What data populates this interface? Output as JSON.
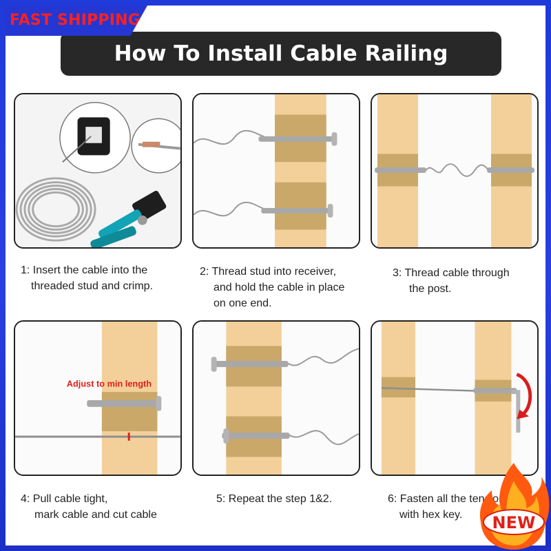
{
  "banner": {
    "text": "FAST SHIPPING"
  },
  "title": "How To Install Cable Railing",
  "steps": [
    {
      "line1": "1: Insert the cable into the",
      "line2": "threaded stud and crimp.",
      "line3": ""
    },
    {
      "line1": "2: Thread stud into receiver,",
      "line2": "and hold the cable in place",
      "line3": "on one end."
    },
    {
      "line1": "3: Thread cable through",
      "line2": "the post.",
      "line3": ""
    },
    {
      "line1": "4: Pull cable tight,",
      "line2": "mark cable and cut cable",
      "line3": ""
    },
    {
      "line1": "5: Repeat the step 1&2.",
      "line2": "",
      "line3": ""
    },
    {
      "line1": "6: Fasten all the tensioners",
      "line2": "with hex key.",
      "line3": ""
    }
  ],
  "annotation": "Adjust to min length",
  "badge": {
    "text": "NEW"
  },
  "colors": {
    "frame": "#1f3ad9",
    "banner_text": "#ff2020",
    "title_bg": "#282828",
    "wood": "#f1cd96",
    "annotation": "#e0201a",
    "badge_flame": "#ff5a10"
  }
}
